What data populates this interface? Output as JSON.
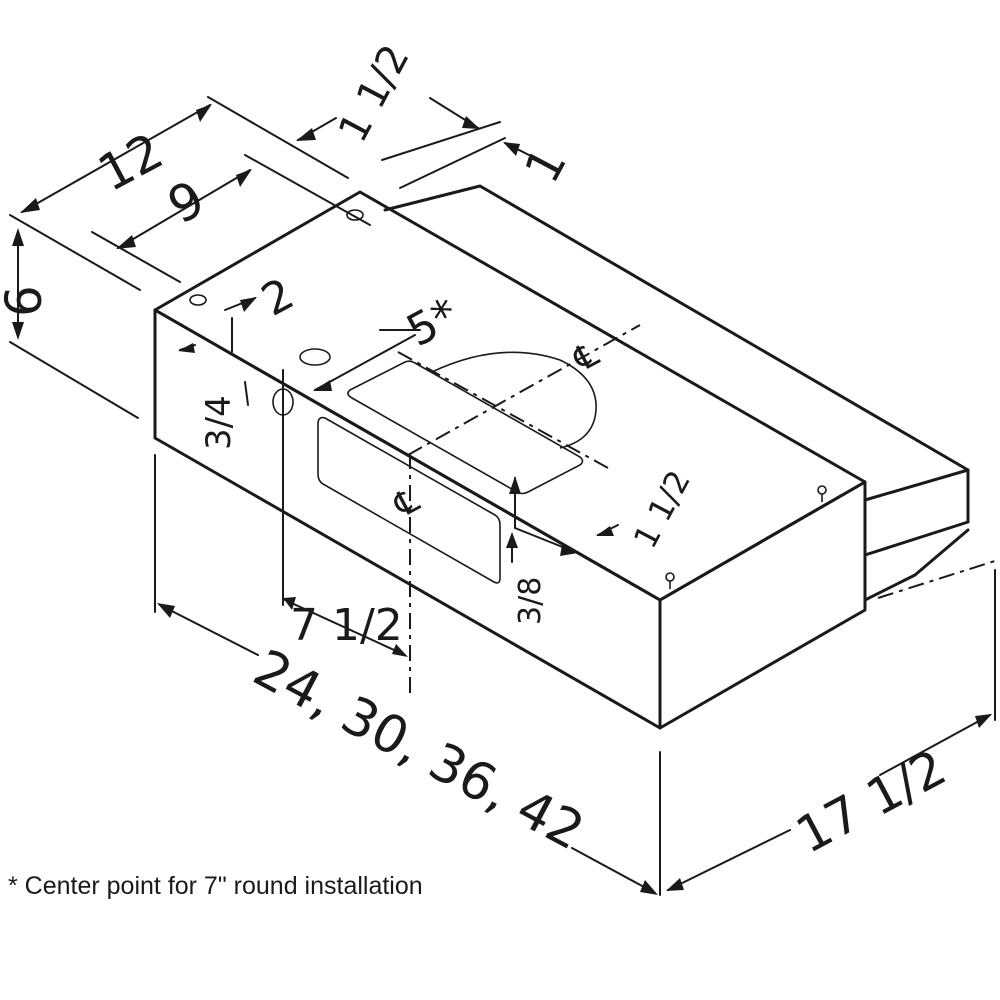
{
  "dimensions": {
    "height": "6",
    "depth_outer": "12",
    "depth_inner": "9",
    "offset_top": "1 1/2",
    "offset_back": "1",
    "offset_front": "2",
    "duct_center": "5*",
    "side_fraction": "3/4",
    "duct_offset": "7 1/2",
    "widths": "24, 30, 36, 42",
    "depth_total": "17 1/2",
    "right_offset": "1 1/2",
    "right_fraction": "3/8"
  },
  "labels": {
    "centerline_symbol": "℄"
  },
  "footnote": "* Center point for 7\" round installation"
}
